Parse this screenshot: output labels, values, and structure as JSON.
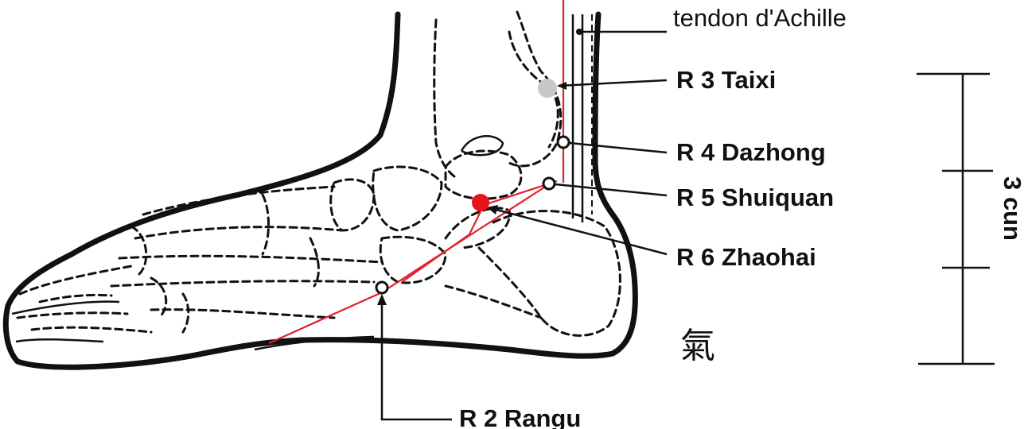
{
  "labels": {
    "tendon": "tendon d'Achille",
    "r3": "R 3 Taixi",
    "r4": "R 4 Dazhong",
    "r5": "R 5 Shuiquan",
    "r6": "R 6 Zhaohai",
    "r2": "R 2 Rangu"
  },
  "scale": {
    "label": "3 cun"
  },
  "glyph": "氣",
  "colors": {
    "ink": "#111111",
    "meridian": "#e0202a",
    "r3_point": "#c8c8c8",
    "r6_point": "#e8141c"
  }
}
